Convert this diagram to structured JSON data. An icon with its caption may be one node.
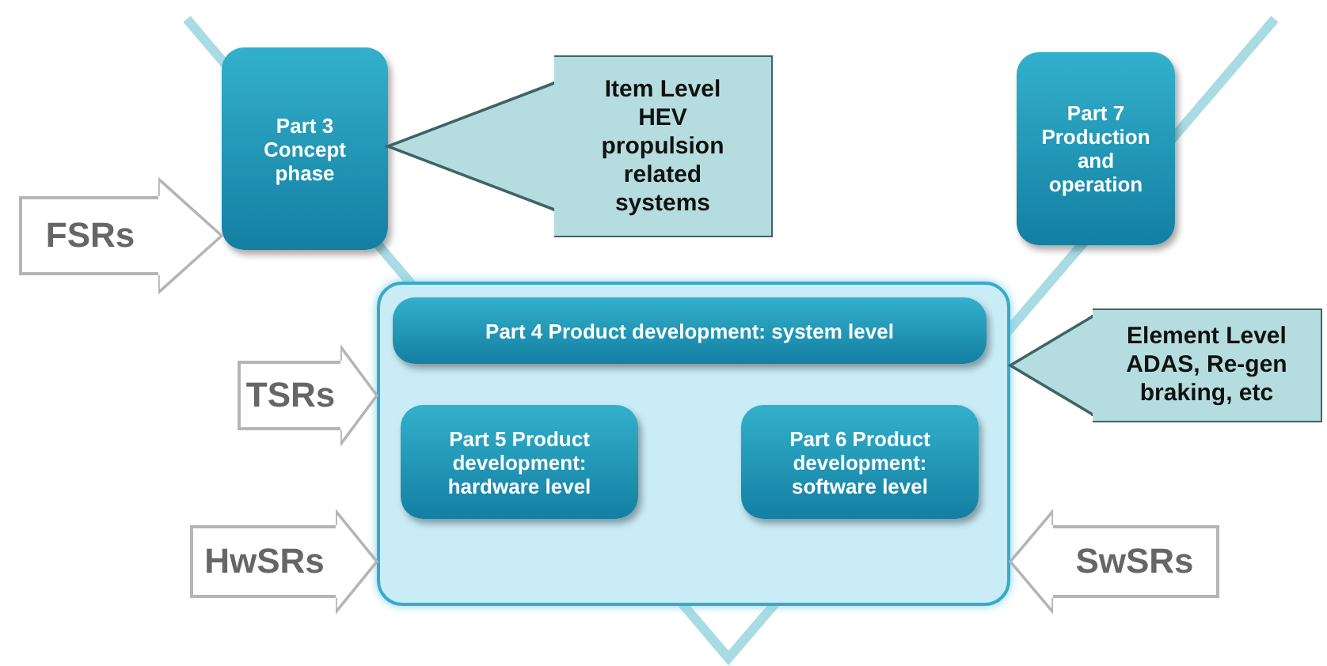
{
  "diagram": {
    "nodes": [
      {
        "text": [
          "Part 3 Concept phase"
        ]
      },
      {
        "text": [
          "Item Level HEV propulsion related systems"
        ]
      },
      {
        "text": [
          "Part 7 Production and operation"
        ]
      },
      {
        "text": [
          "Element Level ADAS, Re-gen braking, etc"
        ]
      },
      {
        "text": [
          "FSRs"
        ]
      },
      {
        "text": [],
        "shape": "box"
      },
      {
        "text": [
          "Part 4 Product development: system level"
        ],
        "in": 5
      },
      {
        "text": [
          "Part 5 Product development: hardware level"
        ],
        "in": 5
      },
      {
        "text": [
          "Part 6 Product development: software level"
        ],
        "in": 5
      },
      {
        "text": [
          "TSRs"
        ]
      },
      {
        "text": [
          "HwSRs"
        ]
      },
      {
        "text": [
          "SwSRs"
        ]
      }
    ],
    "edges": [
      {
        "from": 4,
        "to": 0,
        "arrow": "to"
      },
      {
        "from": 1,
        "to": 0,
        "arrow": "to",
        "color": "#b5dde0"
      },
      {
        "from": 9,
        "to": 5,
        "arrow": "to"
      },
      {
        "from": 3,
        "to": 5,
        "arrow": "to",
        "color": "#b5dde0"
      },
      {
        "from": 10,
        "to": 5,
        "arrow": "to"
      },
      {
        "from": 11,
        "to": 5,
        "arrow": "to"
      }
    ]
  }
}
